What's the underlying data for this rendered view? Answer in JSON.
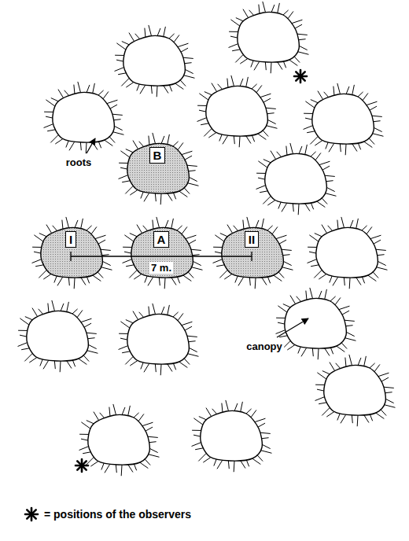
{
  "diagram": {
    "nodes": [
      {
        "text": [
          "B"
        ]
      },
      {
        "text": [
          "I"
        ]
      },
      {
        "text": [
          "A"
        ]
      },
      {
        "text": [
          "II"
        ]
      }
    ],
    "labels": [
      "roots",
      "7 m.",
      "canopy"
    ],
    "legend": [
      {
        "text": "= positions of the observers"
      }
    ]
  }
}
